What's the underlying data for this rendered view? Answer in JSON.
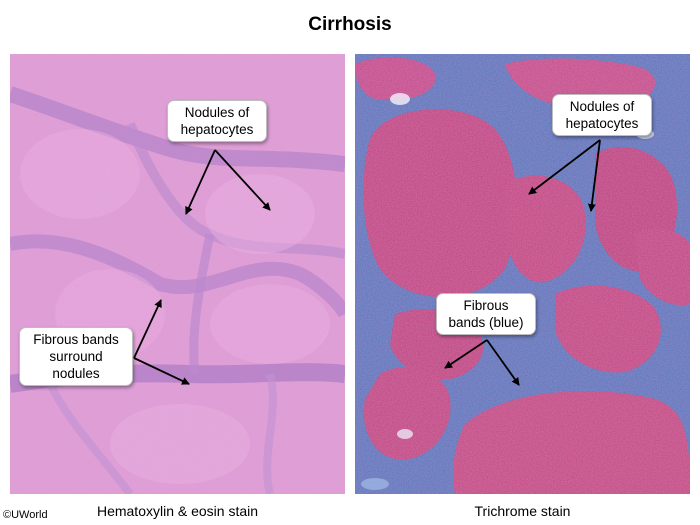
{
  "title": "Cirrhosis",
  "credit": "©UWorld",
  "panels": {
    "left": {
      "caption": "Hematoxylin & eosin stain",
      "nodules_label": [
        "Nodules of",
        "hepatocytes"
      ],
      "fibrous_label": [
        "Fibrous bands",
        "surround",
        "nodules"
      ],
      "colors": {
        "background": "#e7a0da",
        "fibrous": "#b27fc8",
        "nodule": "#eba8e0"
      }
    },
    "right": {
      "caption": "Trichrome stain",
      "nodules_label": [
        "Nodules of",
        "hepatocytes"
      ],
      "fibrous_label": [
        "Fibrous",
        "bands (blue)"
      ],
      "colors": {
        "background": "#3a6db3",
        "fibrous": "#4f8fd0",
        "nodule": "#c53f80"
      }
    }
  }
}
